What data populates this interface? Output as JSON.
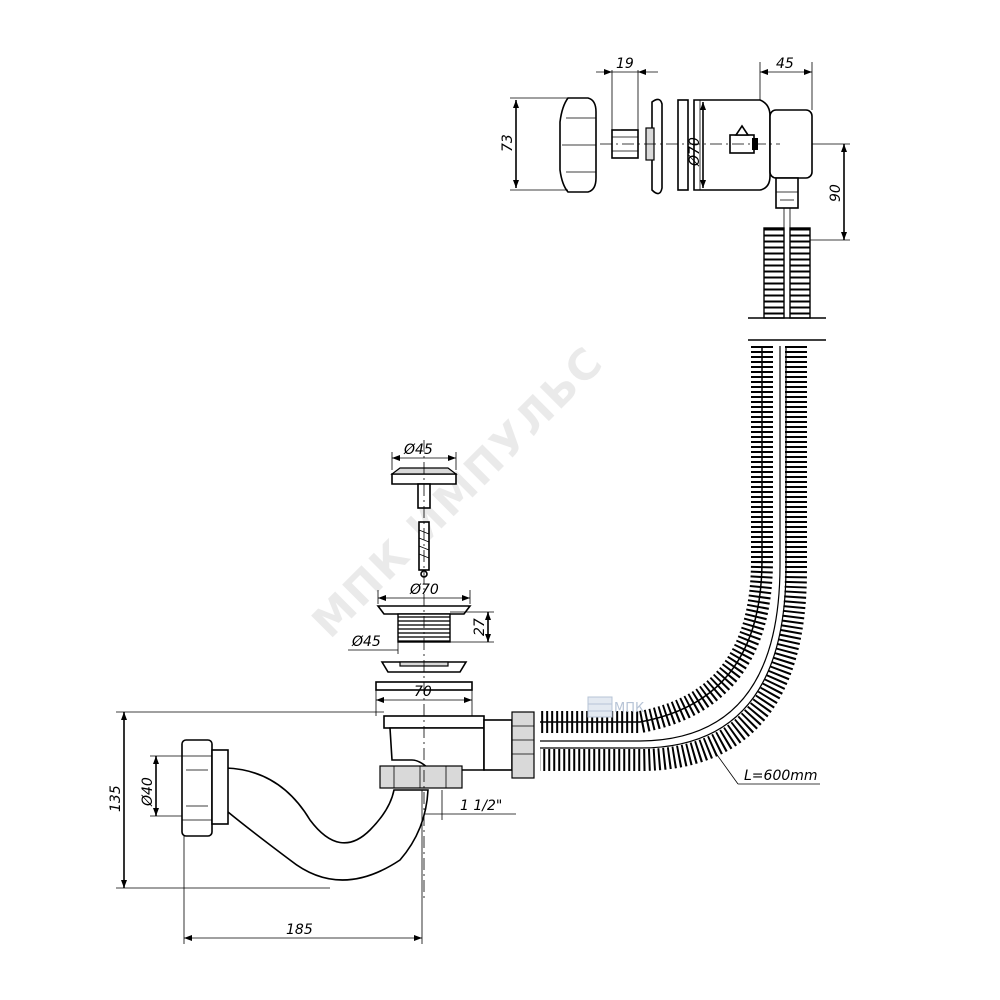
{
  "watermark": {
    "text": "МПК ИМПУЛЬС"
  },
  "logo": {
    "text": "МПК"
  },
  "dimensions": {
    "top_cap_height": "73",
    "top_plug_width": "19",
    "top_body_width": "45",
    "top_body_diameter": "Ø70",
    "top_outlet_height": "90",
    "plug_diameter": "Ø45",
    "flange_diameter": "Ø70",
    "thread_height": "27",
    "thread_diameter": "Ø45",
    "body_width": "70",
    "siphon_height": "135",
    "outlet_diameter": "Ø40",
    "outlet_thread": "1 1/2\"",
    "siphon_length": "185",
    "hose_length": "L=600mm"
  },
  "colors": {
    "line": "#000000",
    "fill_grey": "#d9d9d9",
    "logo": "#b7c4d6"
  }
}
